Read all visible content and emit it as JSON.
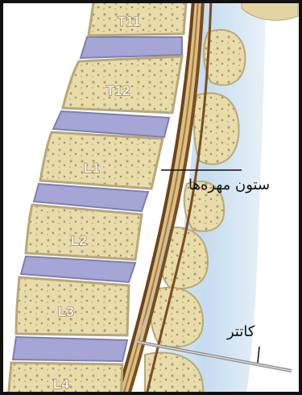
{
  "vertebrae": [
    {
      "label": "T11"
    },
    {
      "label": "T12"
    },
    {
      "label": "L1"
    },
    {
      "label": "L2"
    },
    {
      "label": "L3"
    },
    {
      "label": "L4"
    }
  ],
  "annotations": {
    "spine_label": "ستون مهره‌ها",
    "catheter_label": "کاتتر"
  },
  "colors": {
    "bone": "#ece0b0",
    "bone_edge": "#b8a878",
    "disc": "#a6a6d6",
    "spinal_cord": "#8a5a2a",
    "csf": "#cfe3f2",
    "catheter": "#9a9a9a"
  }
}
